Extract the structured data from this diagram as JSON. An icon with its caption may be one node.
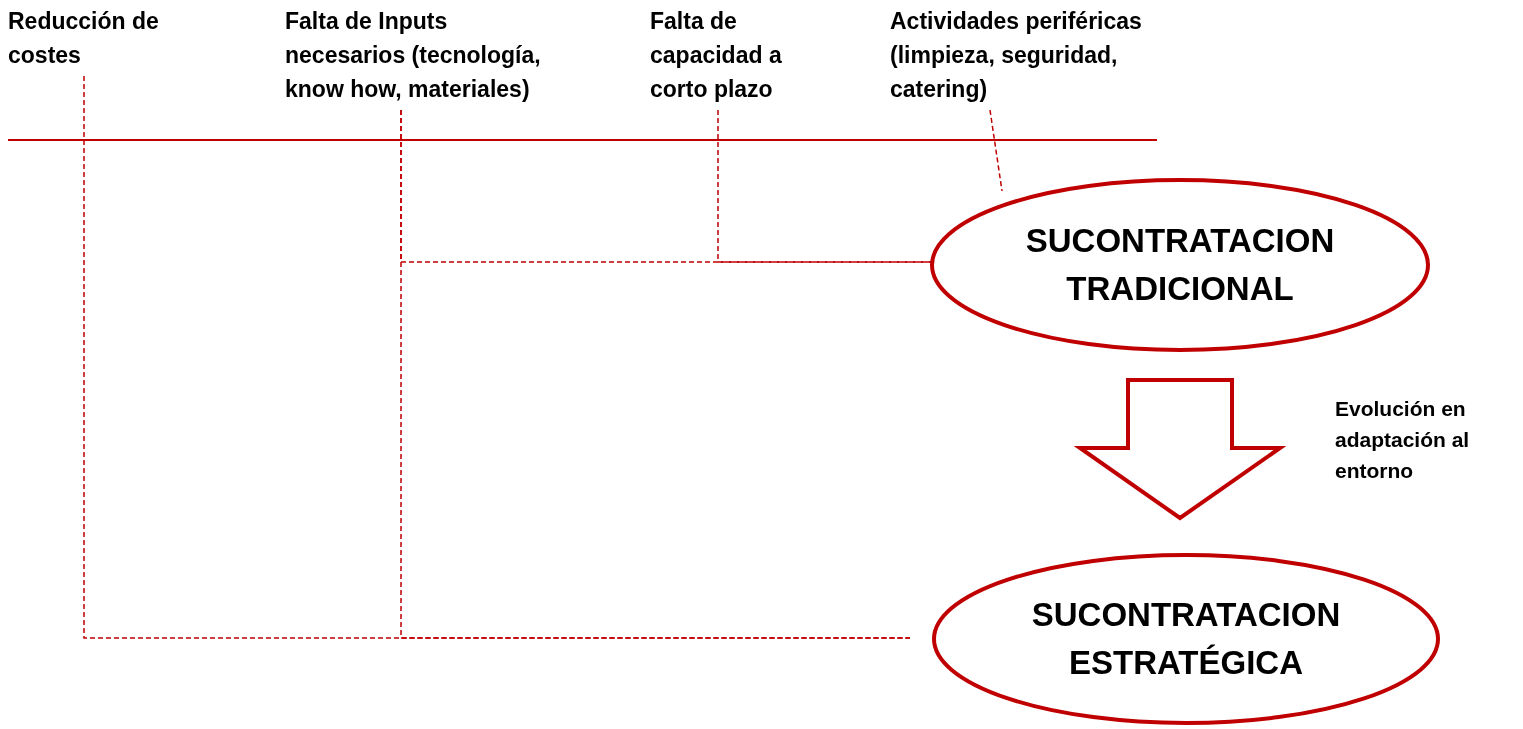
{
  "diagram": {
    "nodes": [
      {
        "text": [
          "Reducción de costes"
        ]
      },
      {
        "text": [
          "Falta de Inputs necesarios (tecnología, know how, materiales)"
        ]
      },
      {
        "text": [
          "Falta de capacidad a corto plazo"
        ]
      },
      {
        "text": [
          "Actividades periféricas (limpieza, seguridad, catering)"
        ]
      },
      {
        "text": [
          "SUCONTRATACION TRADICIONAL"
        ]
      },
      {
        "text": [
          "SUCONTRATACION ESTRATÉGICA"
        ]
      }
    ],
    "edges": [
      {
        "from": 1,
        "to": 4,
        "arrow": "none",
        "style": "dashed"
      },
      {
        "from": 2,
        "to": 4,
        "arrow": "none",
        "style": "dashed"
      },
      {
        "from": 3,
        "to": 4,
        "arrow": "none",
        "style": "dashed"
      },
      {
        "from": 0,
        "to": 5,
        "arrow": "none",
        "style": "dashed"
      },
      {
        "from": 1,
        "to": 5,
        "arrow": "none",
        "style": "dashed"
      },
      {
        "from": 4,
        "to": 5,
        "arrow": "to",
        "style": "thick"
      }
    ],
    "labels": [
      "Evolución en adaptación al entorno"
    ]
  }
}
